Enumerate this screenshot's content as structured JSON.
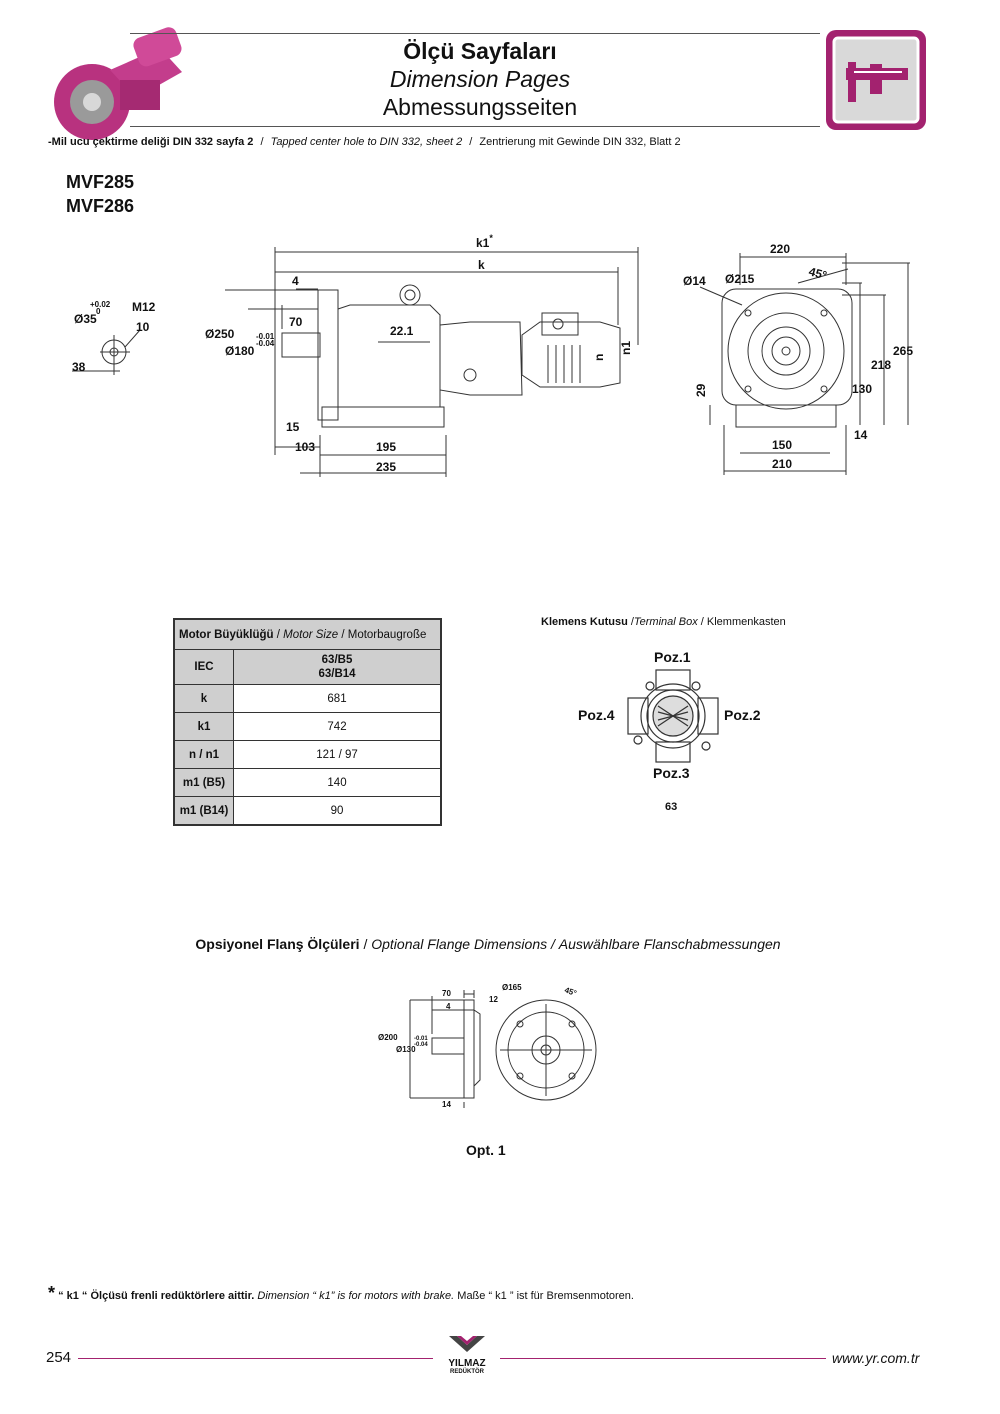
{
  "header": {
    "title_tr": "Ölçü Sayfaları",
    "title_en": "Dimension Pages",
    "title_de": "Abmessungsseiten",
    "accent_color": "#a3226f"
  },
  "subtitle": {
    "tr": "-Mil ucu çektirme deliği DIN 332 sayfa 2",
    "sep1": "/",
    "en": "Tapped center hole to DIN 332, sheet 2",
    "sep2": "/",
    "de": "Zentrierung mit Gewinde DIN 332, Blatt 2"
  },
  "models": [
    "MVF285",
    "MVF286"
  ],
  "drawing": {
    "shaft": {
      "tol": "+0.02",
      "tol2": "0",
      "d": "Ø35",
      "thread": "M12",
      "depth": "10",
      "len": "38"
    },
    "side": {
      "k1": "k1",
      "star": "*",
      "k": "k",
      "d4": "4",
      "d70": "70",
      "d221": "22.1",
      "d250": "Ø250",
      "d180": "Ø180",
      "tol_a": "-0.01",
      "tol_b": "-0.04",
      "d15": "15",
      "d103": "103",
      "d195": "195",
      "d235": "235",
      "n": "n",
      "n1": "n1"
    },
    "front": {
      "d220": "220",
      "d14": "Ø14",
      "d215": "Ø215",
      "ang": "45°",
      "d265": "265",
      "d218": "218",
      "d130": "130",
      "d29": "29",
      "d14b": "14",
      "d150": "150",
      "d210": "210"
    }
  },
  "table": {
    "header_tr": "Motor Büyüklüğü",
    "header_en": "Motor Size",
    "header_de": "Motorbaugroße",
    "slash": "/",
    "rows": [
      {
        "label": "IEC",
        "value": "63/B5",
        "value2": "63/B14"
      },
      {
        "label": "k",
        "value": "681"
      },
      {
        "label": "k1",
        "value": "742"
      },
      {
        "label": "n / n1",
        "value": "121 / 97"
      },
      {
        "label": "m1 (B5)",
        "value": "140"
      },
      {
        "label": "m1 (B14)",
        "value": "90"
      }
    ]
  },
  "terminal_box": {
    "title_tr": "Klemens Kutusu",
    "title_en": "Terminal Box",
    "title_de": "Klemmenkasten",
    "slash": "/",
    "poz1": "Poz.1",
    "poz2": "Poz.2",
    "poz3": "Poz.3",
    "poz4": "Poz.4",
    "size": "63"
  },
  "optional_flange": {
    "title_tr": "Opsiyonel Flanş Ölçüleri",
    "title_en": "Optional Flange Dimensions",
    "title_de": "Auswählbare Flanschabmessungen",
    "slash": "/",
    "dims": {
      "d70": "70",
      "d4": "4",
      "d200": "Ø200",
      "d130": "Ø130",
      "tol_a": "-0.01",
      "tol_b": "-0.04",
      "d14": "14",
      "d165": "Ø165",
      "d12": "12",
      "ang": "45°"
    },
    "caption": "Opt. 1"
  },
  "footnote": {
    "star": "*",
    "tr": "“ k1 “ Ölçüsü frenli redüktörlere aittir.",
    "en": "Dimension “ k1” is for motors with brake.",
    "de": "Maße “ k1 ” ist für Bremsenmotoren."
  },
  "footer": {
    "page": "254",
    "logo_text": "YILMAZ",
    "logo_sub": "REDÜKTÖR",
    "url": "www.yr.com.tr"
  }
}
